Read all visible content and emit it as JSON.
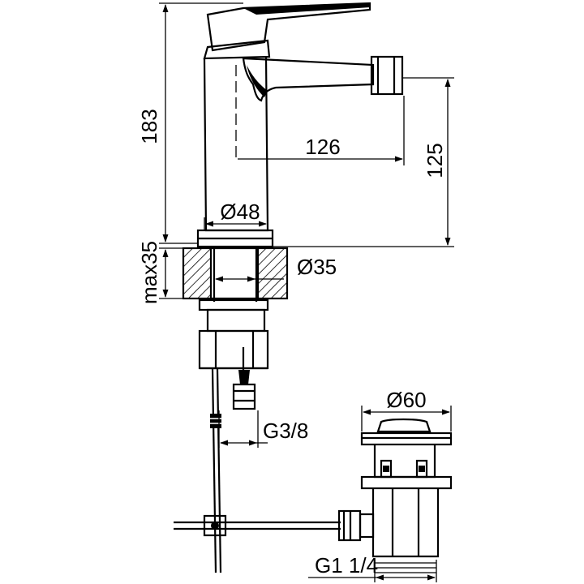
{
  "dimensions": {
    "height_total": "183",
    "spout_reach": "126",
    "spout_height": "125",
    "body_diameter": "Ø48",
    "shank_diameter": "Ø35",
    "max_thickness": "max35",
    "supply_thread": "G3/8",
    "waste_diameter": "Ø60",
    "waste_thread": "G1 1/4"
  },
  "colors": {
    "ink": "#000000",
    "paper": "#ffffff"
  }
}
